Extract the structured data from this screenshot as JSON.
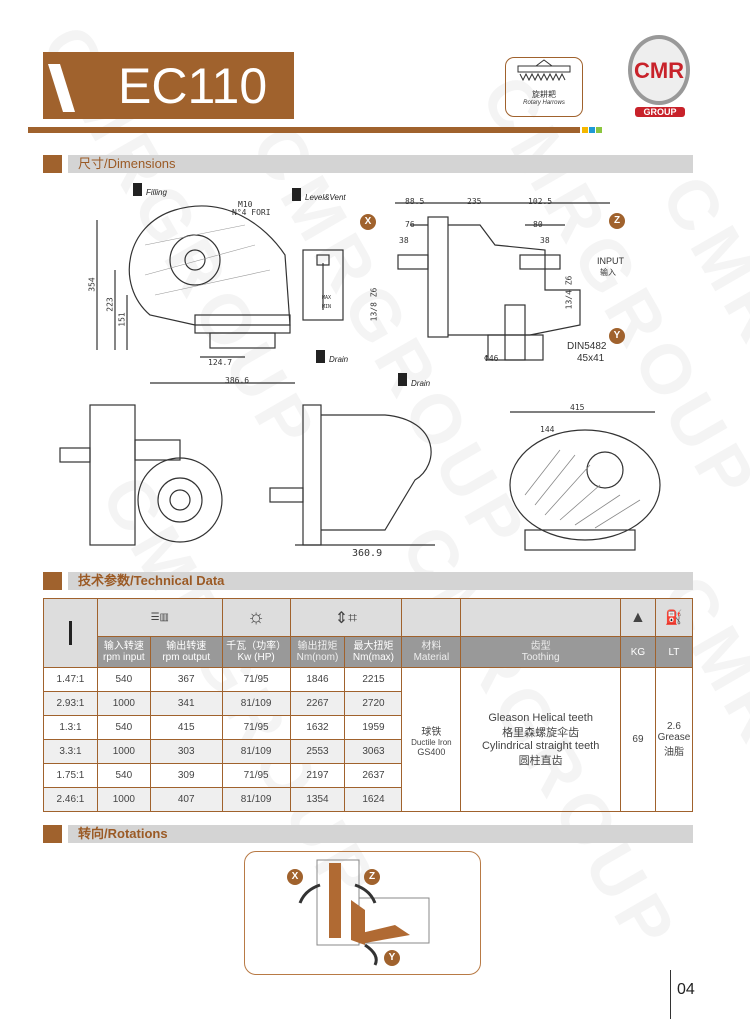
{
  "title": "EC110",
  "brand": {
    "badge_cn": "旋耕耙",
    "badge_en": "Rotary Harrows",
    "logo_text": "CMR",
    "logo_group": "GROUP"
  },
  "colors": {
    "brand": "#A0622D",
    "squares": [
      "#f5b800",
      "#1e9ad6",
      "#8cc63f"
    ]
  },
  "sections": {
    "dimensions": "尺寸/Dimensions",
    "technical": "技术参数/Technical Data",
    "rotations": "转向/Rotations"
  },
  "drawing": {
    "labels": {
      "filling": "Filling",
      "level_vent": "Level&Vent",
      "drain1": "Drain",
      "drain2": "Drain",
      "input_en": "INPUT",
      "input_cn": "输入",
      "din": "DIN5482",
      "din_size": "45x41",
      "m10": "M10",
      "fori": "N°4 FORI",
      "max": "MAX",
      "min": "MIN"
    },
    "dims_side": [
      "354",
      "223",
      "151",
      "124.7",
      "386.6"
    ],
    "dims_front": [
      "88.5",
      "235",
      "102.5",
      "76",
      "38",
      "80",
      "38",
      "13/8 Z6",
      "13/4 Z6",
      "Φ46"
    ],
    "dims_bottom": [
      "360.9",
      "415",
      "144"
    ],
    "axes": [
      "X",
      "Z",
      "Y"
    ]
  },
  "table": {
    "headers": [
      {
        "cn": "输入转速",
        "en": "rpm input"
      },
      {
        "cn": "输出转速",
        "en": "rpm output"
      },
      {
        "cn": "千瓦（功率）",
        "en": "Kw (HP)"
      },
      {
        "cn": "输出扭矩",
        "en": "Nm(nom)"
      },
      {
        "cn": "最大扭矩",
        "en": "Nm(max)"
      },
      {
        "cn": "材料",
        "en": "Material"
      },
      {
        "cn": "齿型",
        "en": "Toothing"
      },
      {
        "cn": "",
        "en": "KG"
      },
      {
        "cn": "",
        "en": "LT"
      }
    ],
    "rows": [
      [
        "1.47:1",
        "540",
        "367",
        "71/95",
        "1846",
        "2215"
      ],
      [
        "2.93:1",
        "1000",
        "341",
        "81/109",
        "2267",
        "2720"
      ],
      [
        "1.3:1",
        "540",
        "415",
        "71/95",
        "1632",
        "1959"
      ],
      [
        "3.3:1",
        "1000",
        "303",
        "81/109",
        "2553",
        "3063"
      ],
      [
        "1.75:1",
        "540",
        "309",
        "71/95",
        "2197",
        "2637"
      ],
      [
        "2.46:1",
        "1000",
        "407",
        "81/109",
        "1354",
        "1624"
      ]
    ],
    "material": [
      "球铁",
      "Ductile Iron",
      "GS400"
    ],
    "toothing": [
      "Gleason Helical teeth",
      "格里森螺旋伞齿",
      "Cylindrical straight teeth",
      "圆柱直齿"
    ],
    "kg": "69",
    "lt": [
      "2.6",
      "Grease",
      "油脂"
    ]
  },
  "page_number": "04"
}
